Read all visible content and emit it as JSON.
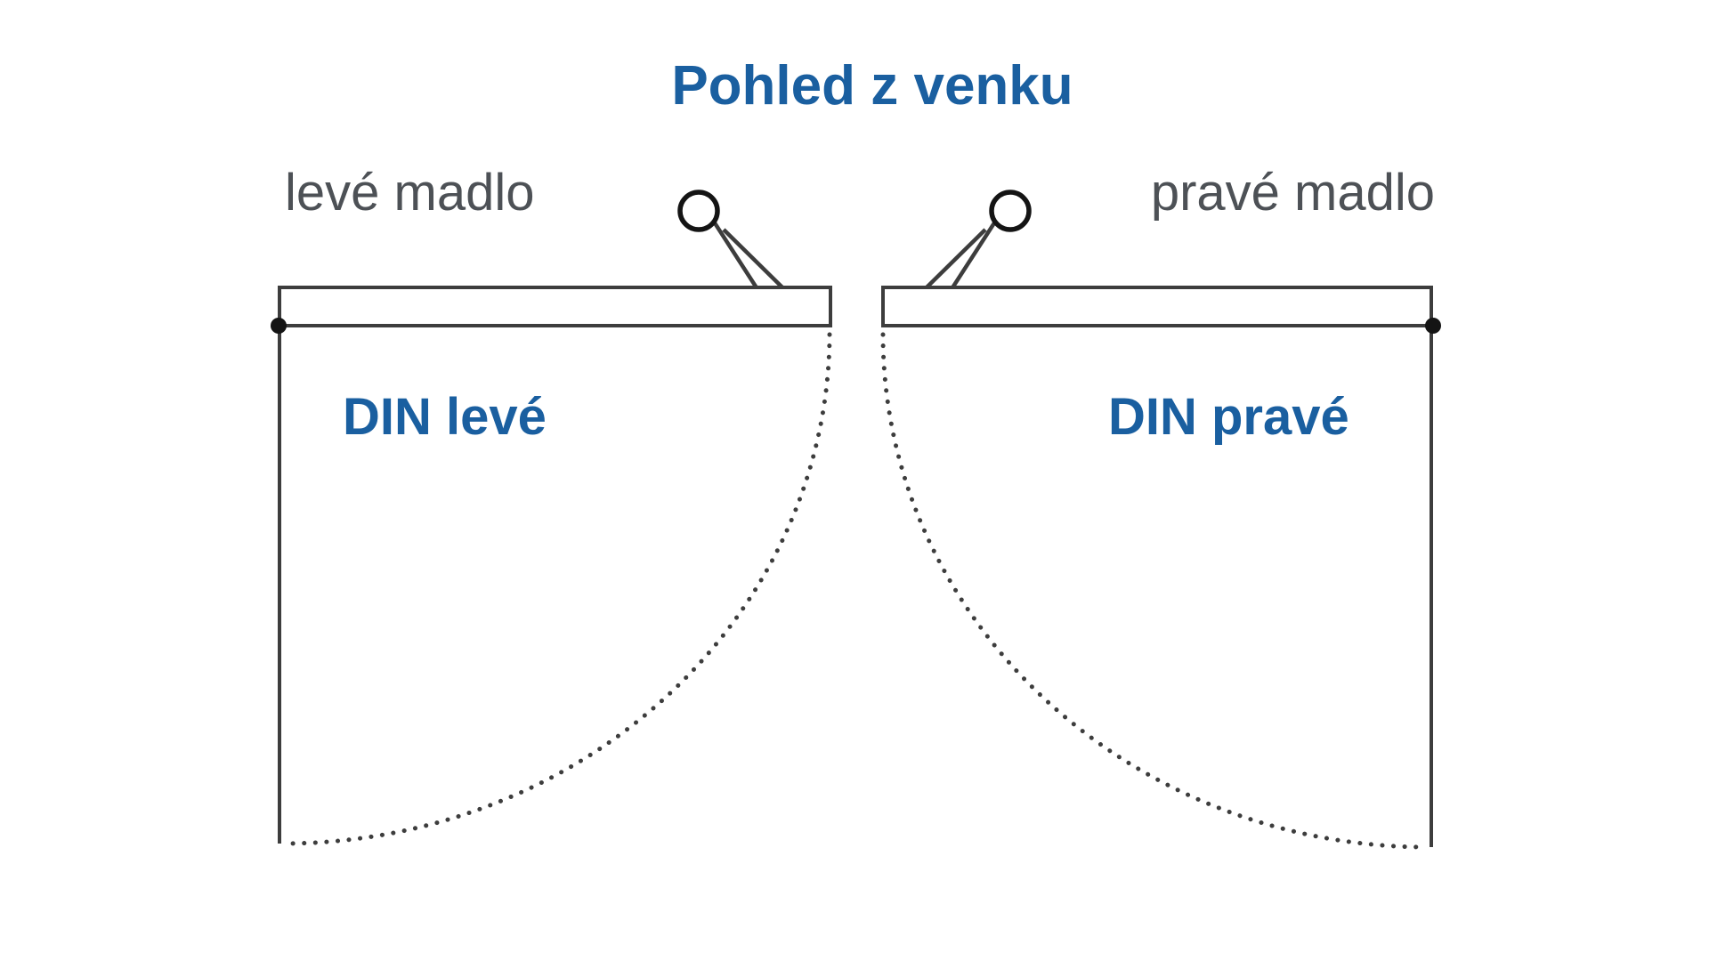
{
  "title": "Pohled z venku",
  "labels": {
    "left_handle": "levé madlo",
    "right_handle": "pravé madlo",
    "din_left": "DIN levé",
    "din_right": "DIN pravé"
  },
  "colors": {
    "accent_blue": "#1a5fa0",
    "label_gray": "#4d5156",
    "line_dark": "#3d3d3d",
    "hinge_black": "#141414",
    "background": "#ffffff"
  }
}
